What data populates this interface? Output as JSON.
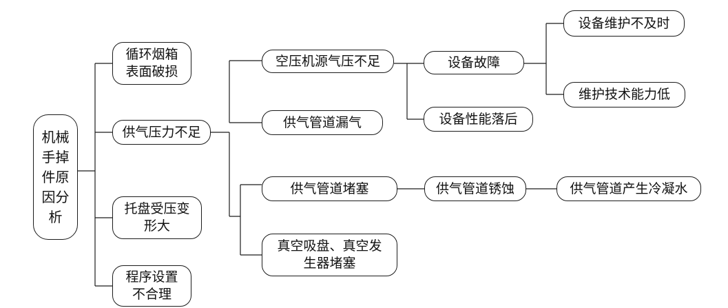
{
  "diagram": {
    "root": "机械\n手掉\n件原\n因分\n析",
    "level1": [
      "循环烟箱\n表面破损",
      "供气压力不足",
      "托盘受压变\n形大",
      "程序设置\n不合理"
    ],
    "level2": [
      "空压机源气压不足",
      "供气管道漏气",
      "供气管道堵塞",
      "真空吸盘、真空发\n生器堵塞"
    ],
    "level3": [
      "设备故障",
      "设备性能落后",
      "供气管道锈蚀"
    ],
    "level4": [
      "设备维护不及时",
      "维护技术能力低",
      "供气管道产生冷凝水"
    ]
  },
  "colors": {
    "line": "#1a1a1a",
    "border": "#1a1a1a",
    "text": "#111111",
    "background": "#ffffff"
  }
}
